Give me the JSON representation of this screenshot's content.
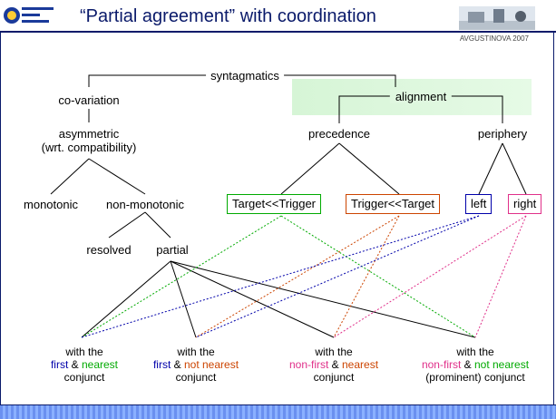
{
  "header": {
    "title": "“Partial agreement” with coordination",
    "credit": "AVGUSTINOVA 2007"
  },
  "colors": {
    "navy": "#0a1a6a",
    "green": "#00aa00",
    "orange": "#cc4400",
    "blue": "#0000aa",
    "pink": "#e0308a",
    "highlight": "#d6f5d6"
  },
  "tree": {
    "root": "syntagmatics",
    "covariation": "co-variation",
    "asymmetric_line1": "asymmetric",
    "asymmetric_line2": "(wrt. compatibility)",
    "monotonic": "monotonic",
    "nonmonotonic": "non-monotonic",
    "resolved": "resolved",
    "partial": "partial",
    "alignment": "alignment",
    "precedence": "precedence",
    "periphery": "periphery",
    "target_trigger": "Target<<Trigger",
    "trigger_target": "Trigger<<Target",
    "left": "left",
    "right": "right"
  },
  "leaves": [
    {
      "with": "with the",
      "a": "first",
      "amp": " & ",
      "b": "nearest",
      "c": "conjunct"
    },
    {
      "with": "with the",
      "a": "first",
      "amp": " & ",
      "b": "not nearest",
      "c": "conjunct"
    },
    {
      "with": "with the",
      "a": "non-first",
      "amp": " & ",
      "b": "nearest",
      "c": "conjunct"
    },
    {
      "with": "with the",
      "a": "non-first",
      "amp": " & ",
      "b": "not nearest",
      "c": "(prominent) conjunct"
    }
  ]
}
